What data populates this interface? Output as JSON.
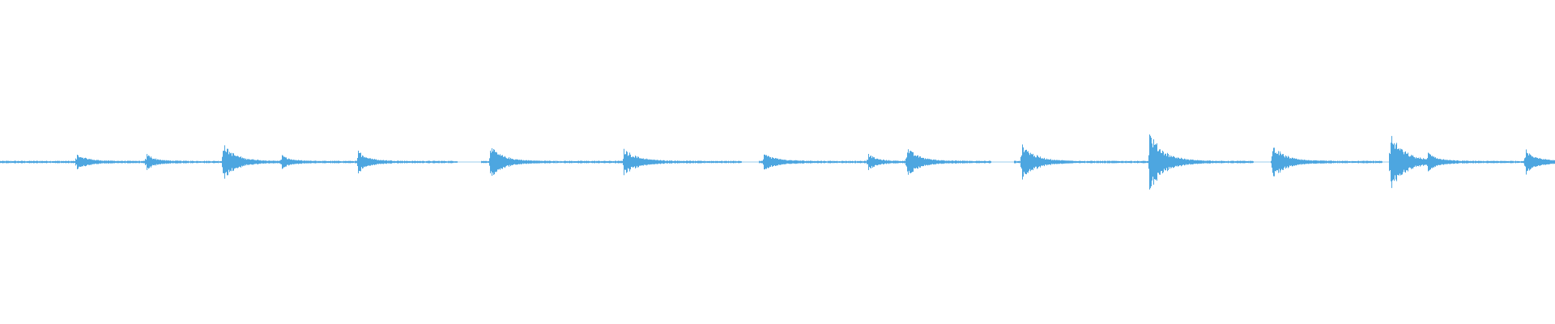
{
  "waveform": {
    "color": "#4da6e0",
    "peaks": [
      {
        "t": 0.049,
        "amp": 0.05,
        "decay": 0.015
      },
      {
        "t": 0.094,
        "amp": 0.05,
        "decay": 0.012
      },
      {
        "t": 0.143,
        "amp": 0.12,
        "decay": 0.018
      },
      {
        "t": 0.181,
        "amp": 0.04,
        "decay": 0.012
      },
      {
        "t": 0.23,
        "amp": 0.07,
        "decay": 0.015
      },
      {
        "t": 0.315,
        "amp": 0.1,
        "decay": 0.018
      },
      {
        "t": 0.401,
        "amp": 0.08,
        "decay": 0.02
      },
      {
        "t": 0.491,
        "amp": 0.05,
        "decay": 0.018
      },
      {
        "t": 0.558,
        "amp": 0.05,
        "decay": 0.012
      },
      {
        "t": 0.583,
        "amp": 0.09,
        "decay": 0.018
      },
      {
        "t": 0.657,
        "amp": 0.12,
        "decay": 0.018
      },
      {
        "t": 0.739,
        "amp": 0.19,
        "decay": 0.02
      },
      {
        "t": 0.818,
        "amp": 0.11,
        "decay": 0.018
      },
      {
        "t": 0.894,
        "amp": 0.18,
        "decay": 0.02
      },
      {
        "t": 0.918,
        "amp": 0.05,
        "decay": 0.012
      },
      {
        "t": 0.981,
        "amp": 0.08,
        "decay": 0.015
      }
    ],
    "gaps": [
      [
        0.294,
        0.309
      ],
      [
        0.477,
        0.488
      ],
      [
        0.637,
        0.652
      ],
      [
        0.806,
        0.817
      ],
      [
        0.889,
        0.893
      ]
    ]
  }
}
